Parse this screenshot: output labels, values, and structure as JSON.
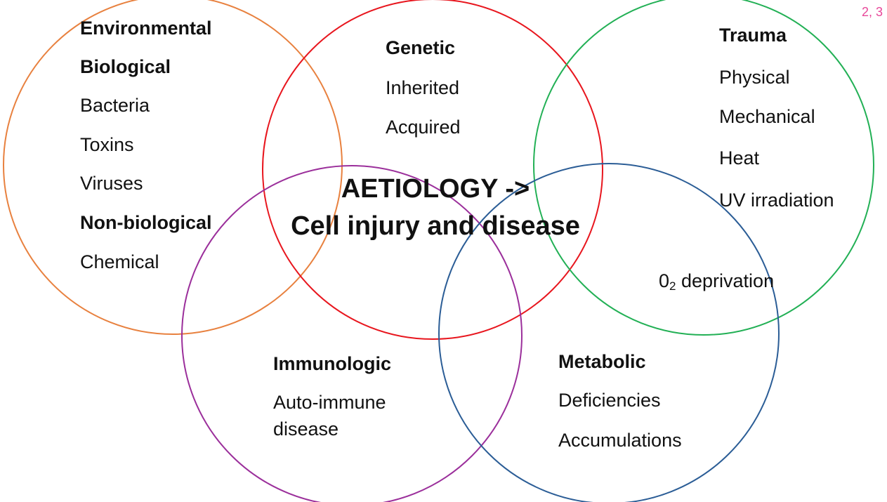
{
  "slide_number": "2, 3",
  "center": {
    "line1": "AETIOLOGY ->",
    "line2": "Cell injury and disease"
  },
  "environmental": {
    "title": "Environmental",
    "biological": "Biological",
    "biological_items": [
      "Bacteria",
      "Toxins",
      "Viruses"
    ],
    "non_biological": "Non-biological",
    "non_biological_items": [
      "Chemical"
    ],
    "color": "#e8813f"
  },
  "genetic": {
    "title": "Genetic",
    "items": [
      "Inherited",
      "Acquired"
    ],
    "color": "#e8161e"
  },
  "trauma": {
    "title": "Trauma",
    "items": [
      "Physical",
      "Mechanical",
      "Heat",
      "UV irradiation"
    ],
    "color": "#22b055"
  },
  "o2": {
    "base": "0",
    "sub": "2",
    "rest": " deprivation"
  },
  "immunologic": {
    "title": "Immunologic",
    "items": [
      "Auto-immune",
      "disease"
    ],
    "color": "#9b2f9b"
  },
  "metabolic": {
    "title": "Metabolic",
    "items": [
      "Deficiencies",
      "Accumulations"
    ],
    "color": "#2b5d96"
  }
}
